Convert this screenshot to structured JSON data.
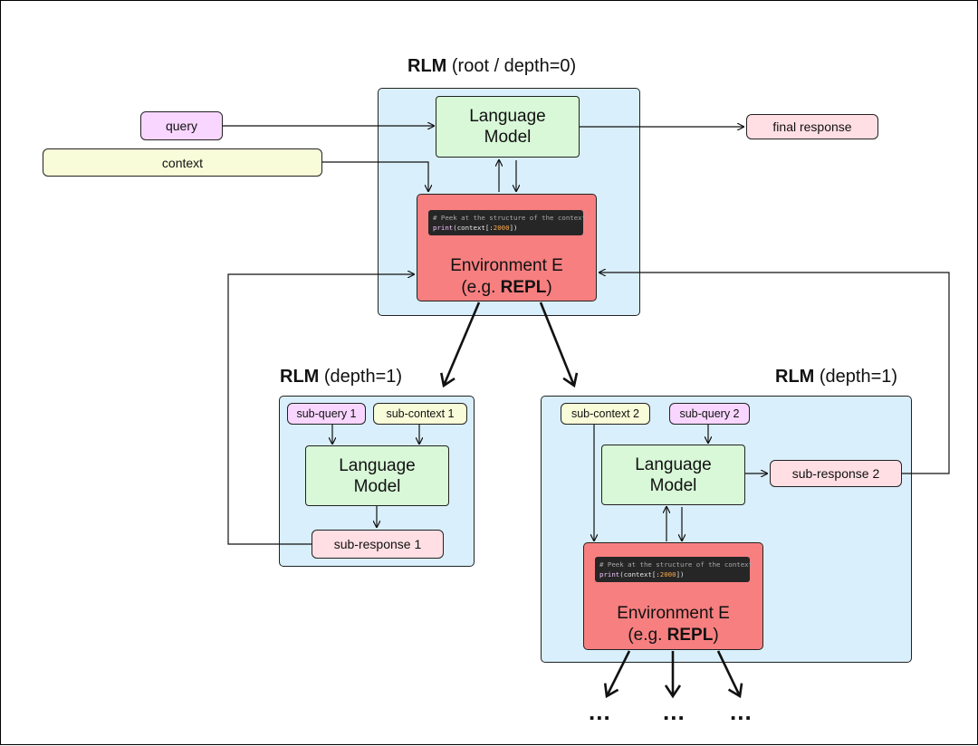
{
  "root": {
    "title_bold": "RLM",
    "title_rest": " (root / depth=0)",
    "lm_line1": "Language",
    "lm_line2": "Model",
    "env_line1": "Environment E",
    "env_line2_pre": "(e.g. ",
    "env_line2_bold": "REPL",
    "env_line2_post": ")",
    "code_comment": "# Peek at the structure of the context",
    "code_fn": "print",
    "code_open": "(context[:",
    "code_num": "2000",
    "code_close": "])"
  },
  "inputs": {
    "query": "query",
    "context": "context",
    "final_response": "final response"
  },
  "left": {
    "title_bold": "RLM",
    "title_rest": " (depth=1)",
    "sub_query": "sub-query 1",
    "sub_context": "sub-context 1",
    "lm_line1": "Language",
    "lm_line2": "Model",
    "sub_response": "sub-response 1"
  },
  "right": {
    "title_bold": "RLM",
    "title_rest": " (depth=1)",
    "sub_context": "sub-context 2",
    "sub_query": "sub-query 2",
    "lm_line1": "Language",
    "lm_line2": "Model",
    "sub_response": "sub-response 2",
    "env_line1": "Environment E",
    "env_line2_pre": "(e.g. ",
    "env_line2_bold": "REPL",
    "env_line2_post": ")",
    "code_comment": "# Peek at the structure of the context",
    "code_fn": "print",
    "code_open": "(context[:",
    "code_num": "2000",
    "code_close": "])"
  },
  "continuation": [
    "...",
    "...",
    "..."
  ],
  "colors": {
    "rlm_bg": "#d9effb",
    "lm_bg": "#d8f8d8",
    "env_bg": "#f77f80",
    "query_bg": "#f8d6ff",
    "context_bg": "#f8fcd8",
    "response_bg": "#ffdfe4"
  }
}
